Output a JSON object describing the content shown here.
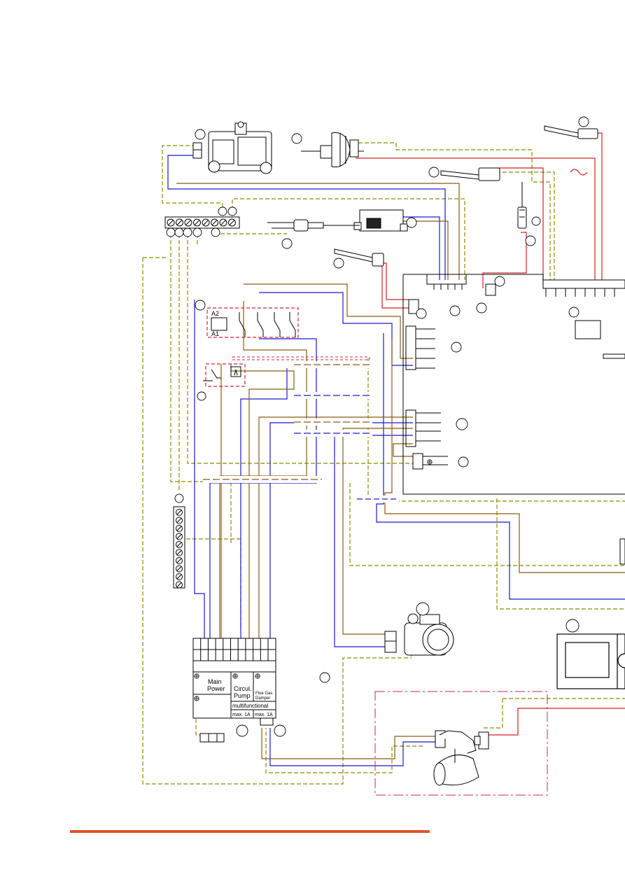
{
  "colors": {
    "ground": "#8b8b00",
    "neutral": "#1a1acc",
    "live": "#8b5a14",
    "hot": "#d42020",
    "frame_red": "#c8283c",
    "accent_bar": "#e0522a",
    "ink": "#000000"
  },
  "relay": {
    "coil_top": "A2",
    "coil_bottom": "A1"
  },
  "terminal_block": {
    "main_power": [
      "Main",
      "Power"
    ],
    "circ_pump": [
      "Circul.",
      "Pump"
    ],
    "flue_damper": [
      "Flue Gas",
      "Damper"
    ],
    "multifunctional": "multifunctional",
    "max_left": "max. 1A",
    "max_right": "max. 1A"
  },
  "footer": {
    "accent": "orange-rule"
  }
}
